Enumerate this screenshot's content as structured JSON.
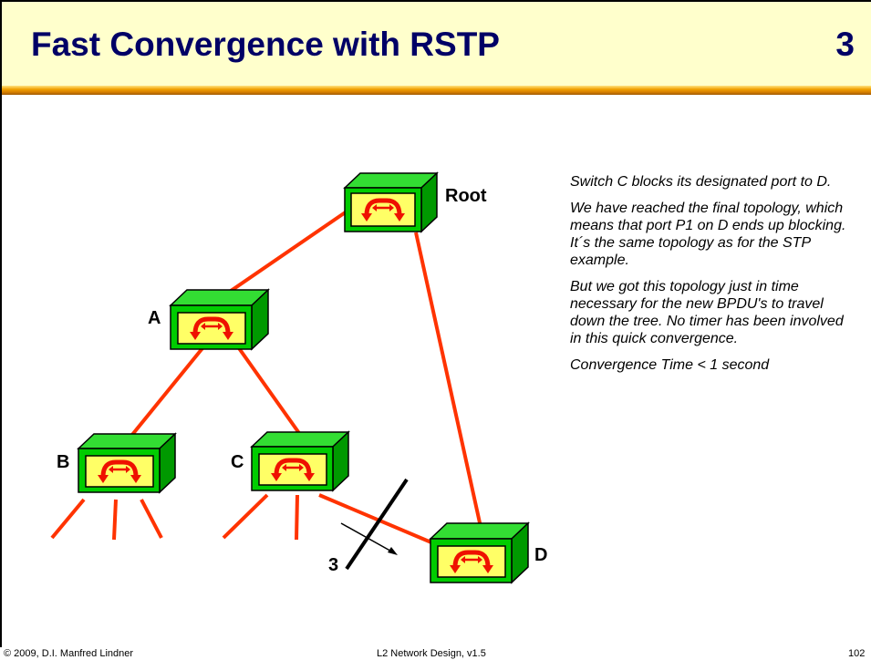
{
  "slide": {
    "title": "Fast Convergence with RSTP",
    "number": "3"
  },
  "diagram": {
    "nodes": [
      {
        "id": "root",
        "label": "Root"
      },
      {
        "id": "a",
        "label": "A"
      },
      {
        "id": "b",
        "label": "B"
      },
      {
        "id": "c",
        "label": "C"
      },
      {
        "id": "d",
        "label": "D"
      }
    ],
    "links": [
      [
        "root",
        "a"
      ],
      [
        "root",
        "d"
      ],
      [
        "a",
        "b"
      ],
      [
        "a",
        "c"
      ],
      [
        "c",
        "d"
      ]
    ],
    "blocked_link_label": "3",
    "colors": {
      "box": "#00cc00",
      "panel": "#ffff66",
      "link": "#ff3300",
      "arrow": "#ee1100"
    }
  },
  "text": {
    "paragraphs": [
      "Switch C blocks  its designated port to D.",
      "We have reached the final topology, which means that port P1 on D ends up blocking. It´s the same topology as for the STP  example.",
      "But we got this topology just in time necessary for the new BPDU's to travel down the tree. No timer has been involved in this quick convergence.",
      "Convergence Time < 1 second"
    ]
  },
  "footer": {
    "copyright": "© 2009, D.I. Manfred Lindner",
    "course": "L2 Network Design, v1.5",
    "page": "102"
  }
}
